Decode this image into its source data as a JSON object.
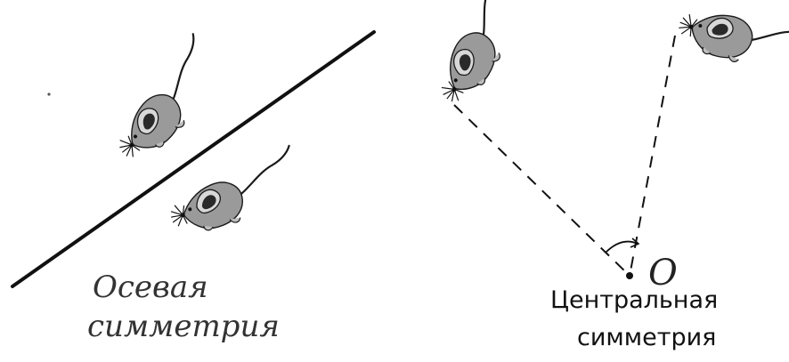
{
  "left_panel": {
    "caption_line1": "Осевая",
    "caption_line2": "симметрия"
  },
  "right_panel": {
    "center_label": "O",
    "caption_line1": "Центральная",
    "caption_line2": "симметрия"
  },
  "colors": {
    "mouse_body": "#9a9a9a",
    "mouse_ear": "#2a2a2a",
    "line": "#111111",
    "text": "#333333"
  },
  "icons": {
    "mouse": "mouse-icon",
    "axis": "symmetry-axis",
    "center": "symmetry-center-point"
  }
}
